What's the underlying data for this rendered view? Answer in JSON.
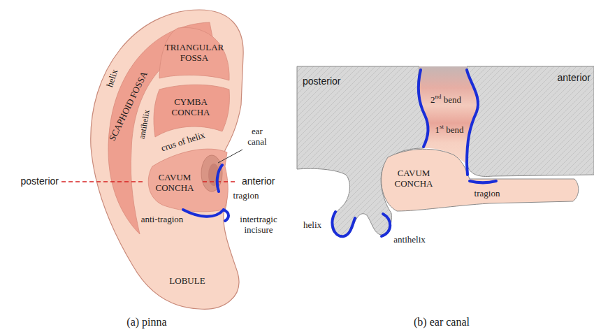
{
  "diagram": {
    "labels": [
      "helix",
      "SCAPHOID FOSSA",
      "TRIANGULAR FOSSA",
      "CYMBA CONCHA",
      "antihelix",
      "crus of helix",
      "ear canal",
      "CAVUM CONCHA",
      "posterior",
      "anterior",
      "tragion",
      "anti-tragion",
      "intertragic incisure",
      "LOBULE",
      "(a) pinna",
      "posterior",
      "anterior",
      "2nd bend",
      "1st bend",
      "CAVUM CONCHA",
      "tragion",
      "helix",
      "antihelix",
      "(b) ear canal"
    ]
  }
}
